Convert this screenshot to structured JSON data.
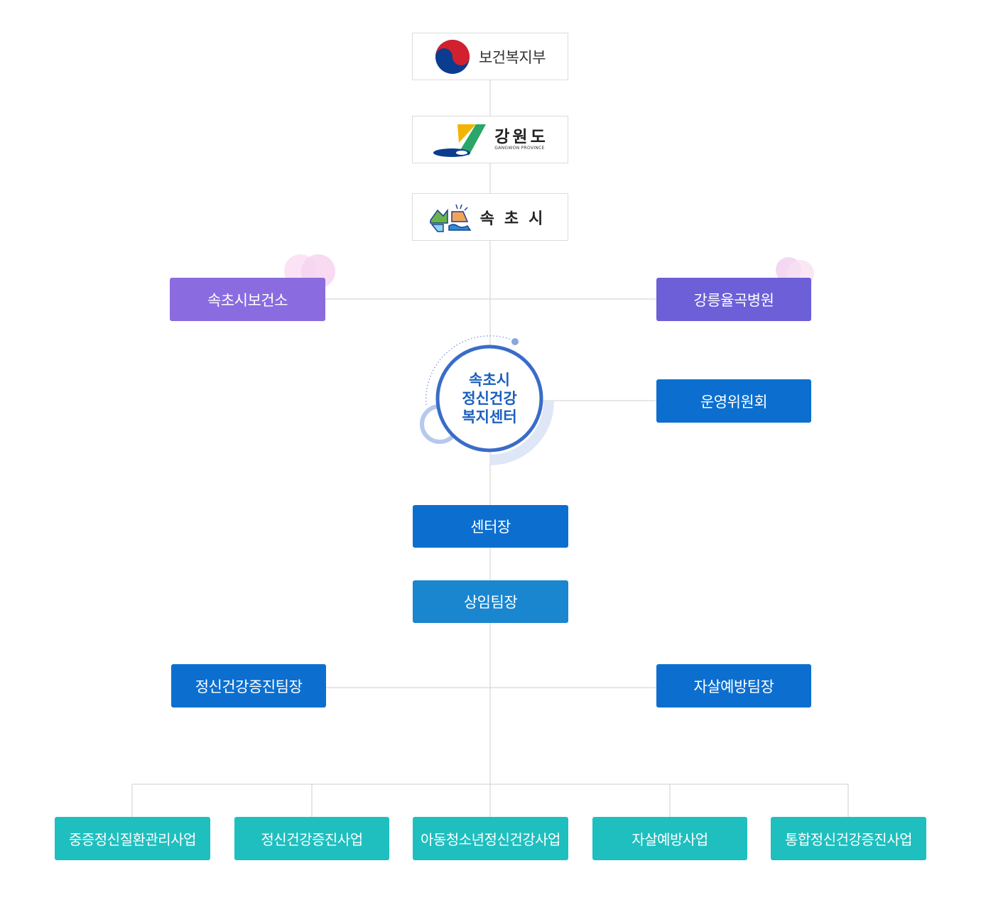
{
  "logos": {
    "ministry": "보건복지부",
    "province": "강원도",
    "province_en": "GANGWON PROVINCE",
    "city": "속초시"
  },
  "partners": {
    "left": "속초시보건소",
    "right": "강릉율곡병원"
  },
  "center": {
    "line1": "속초시",
    "line2": "정신건강",
    "line3": "복지센터"
  },
  "committee": "운영위원회",
  "director": "센터장",
  "team_lead": "상임팀장",
  "teams": {
    "left": "정신건강증진팀장",
    "right": "자살예방팀장"
  },
  "programs": [
    "중증정신질환관리사업",
    "정신건강증진사업",
    "아동청소년정신건강사업",
    "자살예방사업",
    "통합정신건강증진사업"
  ],
  "colors": {
    "blue": "#0c6fcf",
    "teal": "#1fbfbf",
    "purple": "#8a6ce0",
    "circle": "#3a6cc8"
  }
}
